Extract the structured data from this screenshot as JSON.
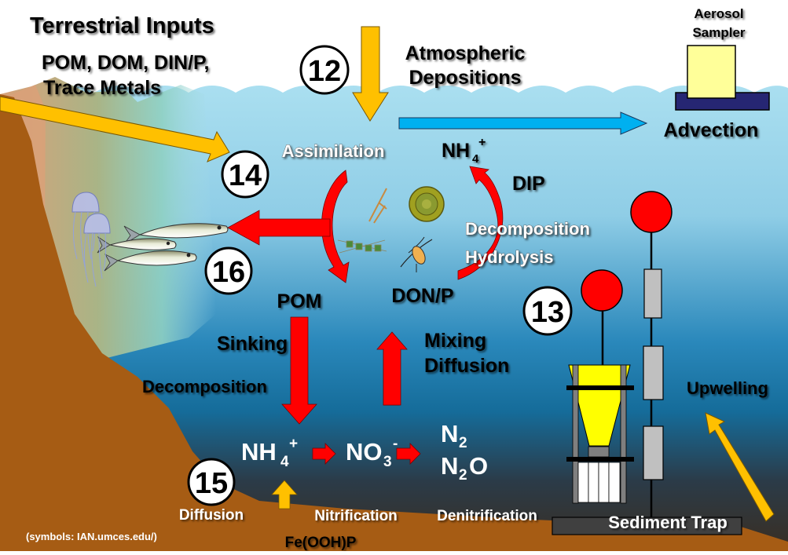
{
  "titles": {
    "terrestrial": "Terrestrial Inputs",
    "terrestrial_items_line1": "POM, DOM, DIN/P,",
    "terrestrial_items_line2": "Trace Metals",
    "atmospheric_line1": "Atmospheric",
    "atmospheric_line2": "Depositions",
    "aerosol_line1": "Aerosol",
    "aerosol_line2": "Sampler",
    "advection": "Advection"
  },
  "process_numbers": [
    "12",
    "14",
    "16",
    "13",
    "15"
  ],
  "upper_cycle": {
    "assimilation": "Assimilation",
    "nh4_base": "NH",
    "nh4_sub": "4",
    "nh4_sup": "+",
    "dip": "DIP",
    "decomposition": "Decomposition",
    "hydrolysis": "Hydrolysis",
    "pom": "POM",
    "don_p": "DON/P"
  },
  "vertical": {
    "sinking": "Sinking",
    "decomposition": "Decomposition",
    "mixing": "Mixing",
    "diffusion": "Diffusion",
    "upwelling": "Upwelling"
  },
  "bottom_chain": {
    "nh4_base": "NH",
    "nh4_sub": "4",
    "nh4_sup": "+",
    "no3_base": "NO",
    "no3_sub": "3",
    "no3_sup": "-",
    "n2_base": "N",
    "n2_sub": "2",
    "n2o_base": "N",
    "n2o_sub": "2",
    "n2o_end": "O",
    "diffusion": "Diffusion",
    "nitrification": "Nitrification",
    "denitrification": "Denitrification",
    "fe_ooh_p": "Fe(OOH)P",
    "sediment_trap": "Sediment Trap"
  },
  "credit": "(symbols: IAN.umces.edu/)",
  "colors": {
    "sky": "#ffffff",
    "surface_water": "#a8dcea",
    "deep_water": "#1a6e9a",
    "bottom_water": "#3a3a3a",
    "sediment": "#a65c14",
    "orange_arrow": "#ffc000",
    "red_arrow": "#ff0000",
    "blue_arrow": "#00b0f0",
    "buoy": "#ff0000",
    "trap_funnel": "#ffff00",
    "aerosol_box": "#ffff99",
    "aerosol_base": "#262673"
  }
}
